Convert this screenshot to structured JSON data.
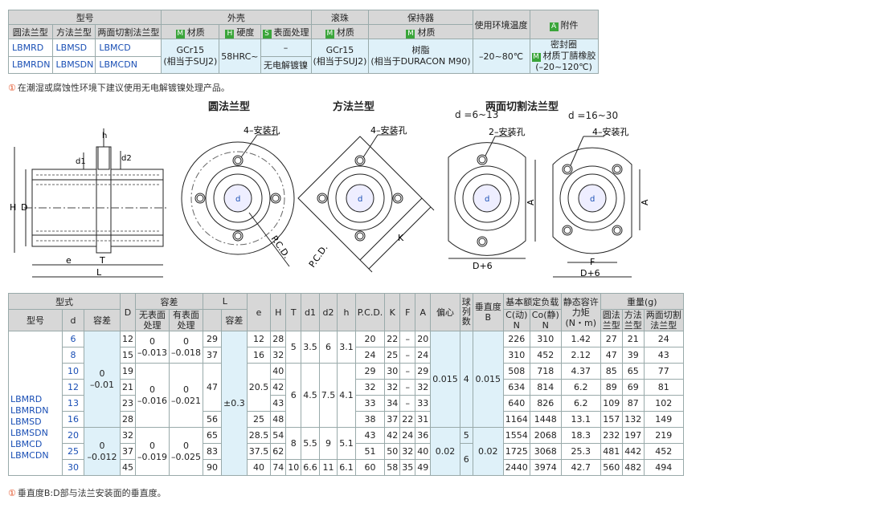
{
  "spec": {
    "h_model": "型号",
    "h_shell": "外壳",
    "h_ball": "滚珠",
    "h_retainer": "保持器",
    "h_temp": "使用环境温度",
    "h_acc_tag": "A",
    "h_acc": "附件",
    "h_round": "圆法兰型",
    "h_square": "方法兰型",
    "h_cut": "两面切割法兰型",
    "tag_m": "M",
    "tag_h": "H",
    "tag_s": "S",
    "lbl_material": "材质",
    "lbl_hardness": "硬度",
    "lbl_surface": "表面处理",
    "r1": [
      "LBMRD",
      "LBMSD",
      "LBMCD"
    ],
    "r2": [
      "LBMRDN",
      "LBMSDN",
      "LBMCDN"
    ],
    "shell_material": "GCr15\n(相当于SUJ2)",
    "hardness": "58HRC~",
    "surface_1": "–",
    "surface_2": "无电解镀镍",
    "ball_material": "GCr15\n(相当于SUJ2)",
    "retainer_material": "树脂\n(相当于DURACON M90)",
    "temp": "–20~80℃",
    "acc_1": "密封圈",
    "acc_2": "材质丁腈橡胶",
    "acc_3": "(–20~120℃)"
  },
  "note1": "在潮湿或腐蚀性环境下建议使用无电解镀镍处理产品。",
  "note_mark": "①",
  "drawing_titles": {
    "round": "圆法兰型",
    "square": "方法兰型",
    "cut": "两面切割法兰型",
    "cut_a": "d =6~13",
    "cut_b": "d =16~30"
  },
  "drawing_labels": {
    "holes4": "4–安装孔",
    "holes2": "2–安装孔",
    "pcd": "P.C.D.",
    "K": "K",
    "A": "A",
    "F": "F",
    "D6": "D+6",
    "H": "H",
    "D": "D",
    "h": "h",
    "d1": "d1",
    "d2": "d2",
    "e": "e",
    "T": "T",
    "L": "L",
    "d": "d"
  },
  "dim_header": {
    "h_type": "型式",
    "h_model": "型号",
    "h_d": "d",
    "h_tol": "容差",
    "h_D": "D",
    "h_tol2": "容差",
    "h_plain": "无表面\n处理",
    "h_plated": "有表面\n处理",
    "h_L": "L",
    "h_Ltol": "容差",
    "h_e": "e",
    "h_H": "H",
    "h_T": "T",
    "h_d1": "d1",
    "h_d2": "d2",
    "h_h": "h",
    "h_pcd": "P.C.D.",
    "h_K": "K",
    "h_F": "F",
    "h_A": "A",
    "h_ecc": "偏心",
    "h_balls": "球\n列\n数",
    "h_perp": "垂直度\nB",
    "h_load": "基本额定负载",
    "h_C": "C(动)\nN",
    "h_C0": "Co(静)\nN",
    "h_torque": "静态容许\n力矩\n(N・m)",
    "h_weight": "重量(g)",
    "h_w_round": "圆法\n兰型",
    "h_w_square": "方法\n兰型",
    "h_w_cut": "两面切割\n法兰型"
  },
  "models": "LBMRD\nLBMRDN\nLBMSD\nLBMSDN\nLBMCD\nLBMCDN",
  "rows": [
    {
      "d": "6",
      "D": "12",
      "L": "29",
      "e": "12",
      "H": "28",
      "pcd": "20",
      "K": "22",
      "F": "–",
      "A": "20",
      "C": "226",
      "C0": "310",
      "M": "1.42",
      "w1": "27",
      "w2": "21",
      "w3": "24"
    },
    {
      "d": "8",
      "D": "15",
      "L": "37",
      "e": "16",
      "H": "32",
      "pcd": "24",
      "K": "25",
      "F": "–",
      "A": "24",
      "C": "310",
      "C0": "452",
      "M": "2.12",
      "w1": "47",
      "w2": "39",
      "w3": "43"
    },
    {
      "d": "10",
      "D": "19",
      "L": "",
      "e": "",
      "H": "40",
      "pcd": "29",
      "K": "30",
      "F": "–",
      "A": "29",
      "C": "508",
      "C0": "718",
      "M": "4.37",
      "w1": "85",
      "w2": "65",
      "w3": "77"
    },
    {
      "d": "12",
      "D": "21",
      "L": "47",
      "e": "20.5",
      "H": "42",
      "pcd": "32",
      "K": "32",
      "F": "–",
      "A": "32",
      "C": "634",
      "C0": "814",
      "M": "6.2",
      "w1": "89",
      "w2": "69",
      "w3": "81"
    },
    {
      "d": "13",
      "D": "23",
      "L": "",
      "e": "",
      "H": "43",
      "pcd": "33",
      "K": "34",
      "F": "–",
      "A": "33",
      "C": "640",
      "C0": "826",
      "M": "6.2",
      "w1": "109",
      "w2": "87",
      "w3": "102"
    },
    {
      "d": "16",
      "D": "28",
      "L": "56",
      "e": "25",
      "H": "48",
      "pcd": "38",
      "K": "37",
      "F": "22",
      "A": "31",
      "C": "1164",
      "C0": "1448",
      "M": "13.1",
      "w1": "157",
      "w2": "132",
      "w3": "149"
    },
    {
      "d": "20",
      "D": "32",
      "L": "65",
      "e": "28.5",
      "H": "54",
      "pcd": "43",
      "K": "42",
      "F": "24",
      "A": "36",
      "C": "1554",
      "C0": "2068",
      "M": "18.3",
      "w1": "232",
      "w2": "197",
      "w3": "219"
    },
    {
      "d": "25",
      "D": "37",
      "L": "83",
      "e": "37.5",
      "H": "62",
      "pcd": "51",
      "K": "50",
      "F": "32",
      "A": "40",
      "C": "1725",
      "C0": "3068",
      "M": "25.3",
      "w1": "481",
      "w2": "442",
      "w3": "452"
    },
    {
      "d": "30",
      "D": "45",
      "L": "90",
      "e": "40",
      "H": "74",
      "pcd": "60",
      "K": "58",
      "F": "35",
      "A": "49",
      "C": "2440",
      "C0": "3974",
      "M": "42.7",
      "w1": "560",
      "w2": "482",
      "w3": "494"
    }
  ],
  "groups": {
    "tol_d_a": "0\n–0.01",
    "tol_d_b": "0\n–0.012",
    "tolD_a_plain": "0\n–0.013",
    "tolD_a_plated": "0\n–0.018",
    "tolD_b_plain": "0\n–0.016",
    "tolD_b_plated": "0\n–0.021",
    "tolD_c_plain": "0\n–0.019",
    "tolD_c_plated": "0\n–0.025",
    "Ltol": "±0.3",
    "T_a": "5",
    "d1_a": "3.5",
    "d2_a": "6",
    "h_a": "3.1",
    "T_b": "6",
    "d1_b": "4.5",
    "d2_b": "7.5",
    "h_b": "4.1",
    "T_c": "8",
    "d1_c": "5.5",
    "d2_c": "9",
    "h_c": "5.1",
    "T_d": "10",
    "d1_d": "6.6",
    "d2_d": "11",
    "h_d": "6.1",
    "ecc_a": "0.015",
    "ecc_b": "0.02",
    "balls_a": "4",
    "balls_b": "5",
    "balls_c": "6",
    "perp_a": "0.015",
    "perp_b": "0.02"
  },
  "note2": "垂直度B:D部与法兰安装面的垂直度。"
}
